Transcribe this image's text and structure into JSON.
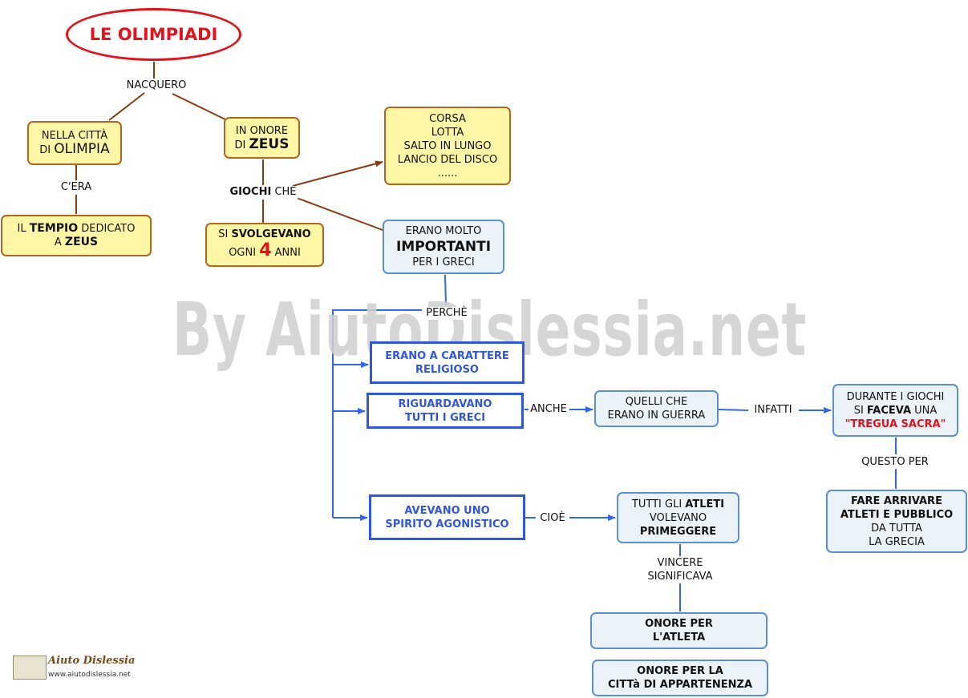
{
  "title": "LE OLIMPIADI",
  "watermark": "By AiutoDislessia.net",
  "logo": {
    "brand": "Aiuto Dislessia",
    "url": "www.aiutodislessia.net"
  },
  "links": {
    "nacquero": "NACQUERO",
    "cera": "C'ERA",
    "giochi_bold": "GIOCHI",
    "giochi_rest": " CHE",
    "perche": "PERCHÈ",
    "anche": "ANCHE",
    "infatti": "INFATTI",
    "questo_per": "QUESTO PER",
    "cioe": "CIOÈ",
    "vincere_1": "VINCERE",
    "vincere_2": "SIGNIFICAVA"
  },
  "nodes": {
    "olimpia": {
      "l1": "NELLA CITTÀ",
      "l2a": "DI ",
      "l2b": "OLIMPIA"
    },
    "zeus": {
      "l1": "IN ONORE",
      "l2a": "DI ",
      "l2b": "ZEUS"
    },
    "tempio": {
      "a": "IL ",
      "b": "TEMPIO",
      "c": " DEDICATO",
      "d": "A ",
      "e": "ZEUS"
    },
    "svolgevano": {
      "a": "SI ",
      "b": "SVOLGEVANO",
      "c": "OGNI ",
      "d": "4",
      "e": " ANNI"
    },
    "sports": [
      "CORSA",
      "LOTTA",
      "SALTO IN LUNGO",
      "LANCIO DEL DISCO",
      "......"
    ],
    "importanti": {
      "l1": "ERANO MOLTO",
      "l2": "IMPORTANTI",
      "l3": "PER I GRECI"
    },
    "religioso": {
      "l1": "ERANO A CARATTERE",
      "l2": "RELIGIOSO"
    },
    "greci": {
      "l1": "RIGUARDAVANO",
      "l2": "TUTTI I GRECI"
    },
    "guerra": {
      "l1": "QUELLI CHE",
      "l2": "ERANO IN GUERRA"
    },
    "tregua": {
      "l1": "DURANTE I GIOCHI",
      "l2a": "SI ",
      "l2b": "FACEVA",
      "l2c": " UNA",
      "l3": "\"TREGUA SACRA\""
    },
    "arrivare": {
      "l1": "FARE ARRIVARE",
      "l2": "ATLETI E PUBBLICO",
      "l3": "DA TUTTA",
      "l4": "LA GRECIA"
    },
    "agonistico": {
      "l1": "AVEVANO UNO",
      "l2": "SPIRITO AGONISTICO"
    },
    "atleti": {
      "a": "TUTTI GLI ",
      "b": "ATLETI",
      "c": "VOLEVANO",
      "d": "PRIMEGGERE"
    },
    "onore_atleta": {
      "l1": "ONORE PER",
      "l2": "L'ATLETA"
    },
    "onore_citta": {
      "l1": "ONORE PER LA",
      "l2": "CITTà DI APPARTENENZA"
    }
  },
  "colors": {
    "brown": "#8b3a12",
    "blue": "#3366ee",
    "red": "#e3121b",
    "yellow": "#fff6a6",
    "light_blue": "#ecf3f8"
  }
}
